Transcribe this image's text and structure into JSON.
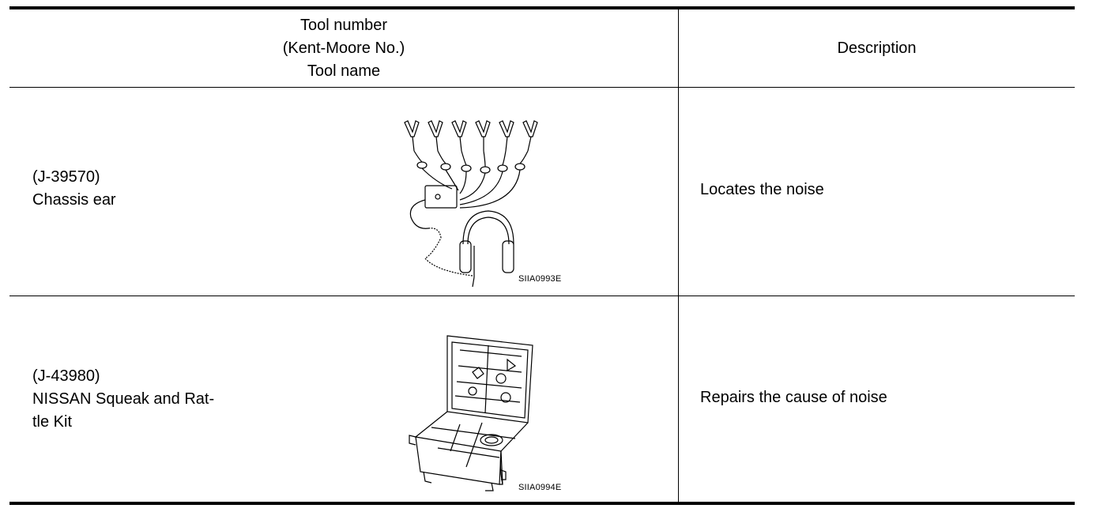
{
  "header": {
    "col1_line1": "Tool number",
    "col1_line2": "(Kent-Moore No.)",
    "col1_line3": "Tool name",
    "col2": "Description"
  },
  "rows": [
    {
      "tool_number": "(J-39570)",
      "tool_name_lines": [
        "Chassis ear"
      ],
      "figure_code": "SIIA0993E",
      "description": "Locates the noise"
    },
    {
      "tool_number": "(J-43980)",
      "tool_name_lines": [
        "NISSAN Squeak and Rat-",
        "tle Kit"
      ],
      "figure_code": "SIIA0994E",
      "description": "Repairs the cause of noise"
    }
  ]
}
